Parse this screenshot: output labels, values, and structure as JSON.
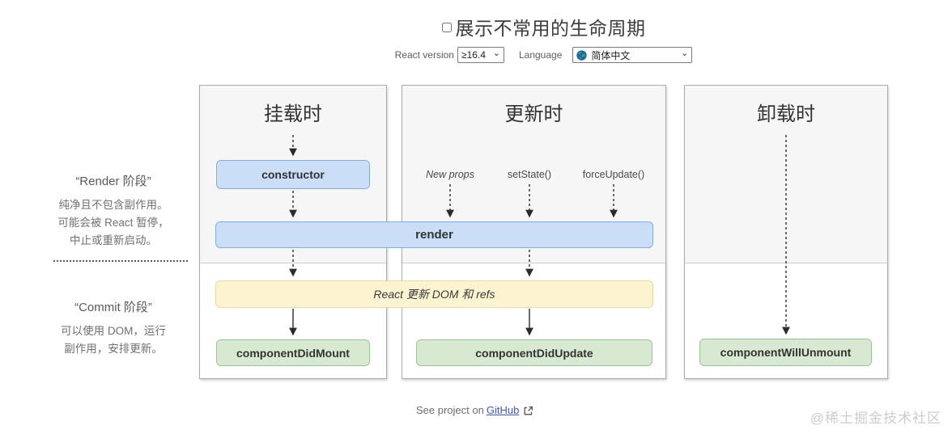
{
  "header": {
    "title": "展示不常用的生命周期",
    "react_version_label": "React version",
    "react_version_value": "≥16.4",
    "language_label": "Language",
    "language_value": "简体中文"
  },
  "icons": {
    "chevron": "⌄"
  },
  "sidebar": {
    "render_phase": {
      "title": "“Render 阶段”",
      "lines": [
        "纯净且不包含副作用。",
        "可能会被 React 暂停，",
        "中止或重新启动。"
      ]
    },
    "commit_phase": {
      "title": "“Commit 阶段”",
      "lines": [
        "可以使用 DOM，运行",
        "副作用，安排更新。"
      ]
    }
  },
  "columns": [
    {
      "title": "挂载时"
    },
    {
      "title": "更新时"
    },
    {
      "title": "卸载时"
    }
  ],
  "triggers": {
    "new_props": "New props",
    "set_state": "setState()",
    "force_update": "forceUpdate()"
  },
  "boxes": {
    "constructor": "constructor",
    "render": "render",
    "react_updates": "React 更新 DOM 和 refs",
    "component_did_mount": "componentDidMount",
    "component_did_update": "componentDidUpdate",
    "component_will_unmount": "componentWillUnmount"
  },
  "footer": {
    "text": "See project on",
    "link_label": "GitHub"
  },
  "watermark": "@稀土掘金技术社区",
  "colors": {
    "box_blue_bg": "#cadef7",
    "box_blue_border": "#82aee6",
    "box_green_bg": "#d7e9d1",
    "box_green_border": "#9cc493",
    "box_yellow_bg": "#fcf3d1",
    "box_yellow_border": "#e9d9a1",
    "link": "#4356e0",
    "panel_top_bg": "#f6f6f6",
    "arrow": "#2b2b2b"
  }
}
